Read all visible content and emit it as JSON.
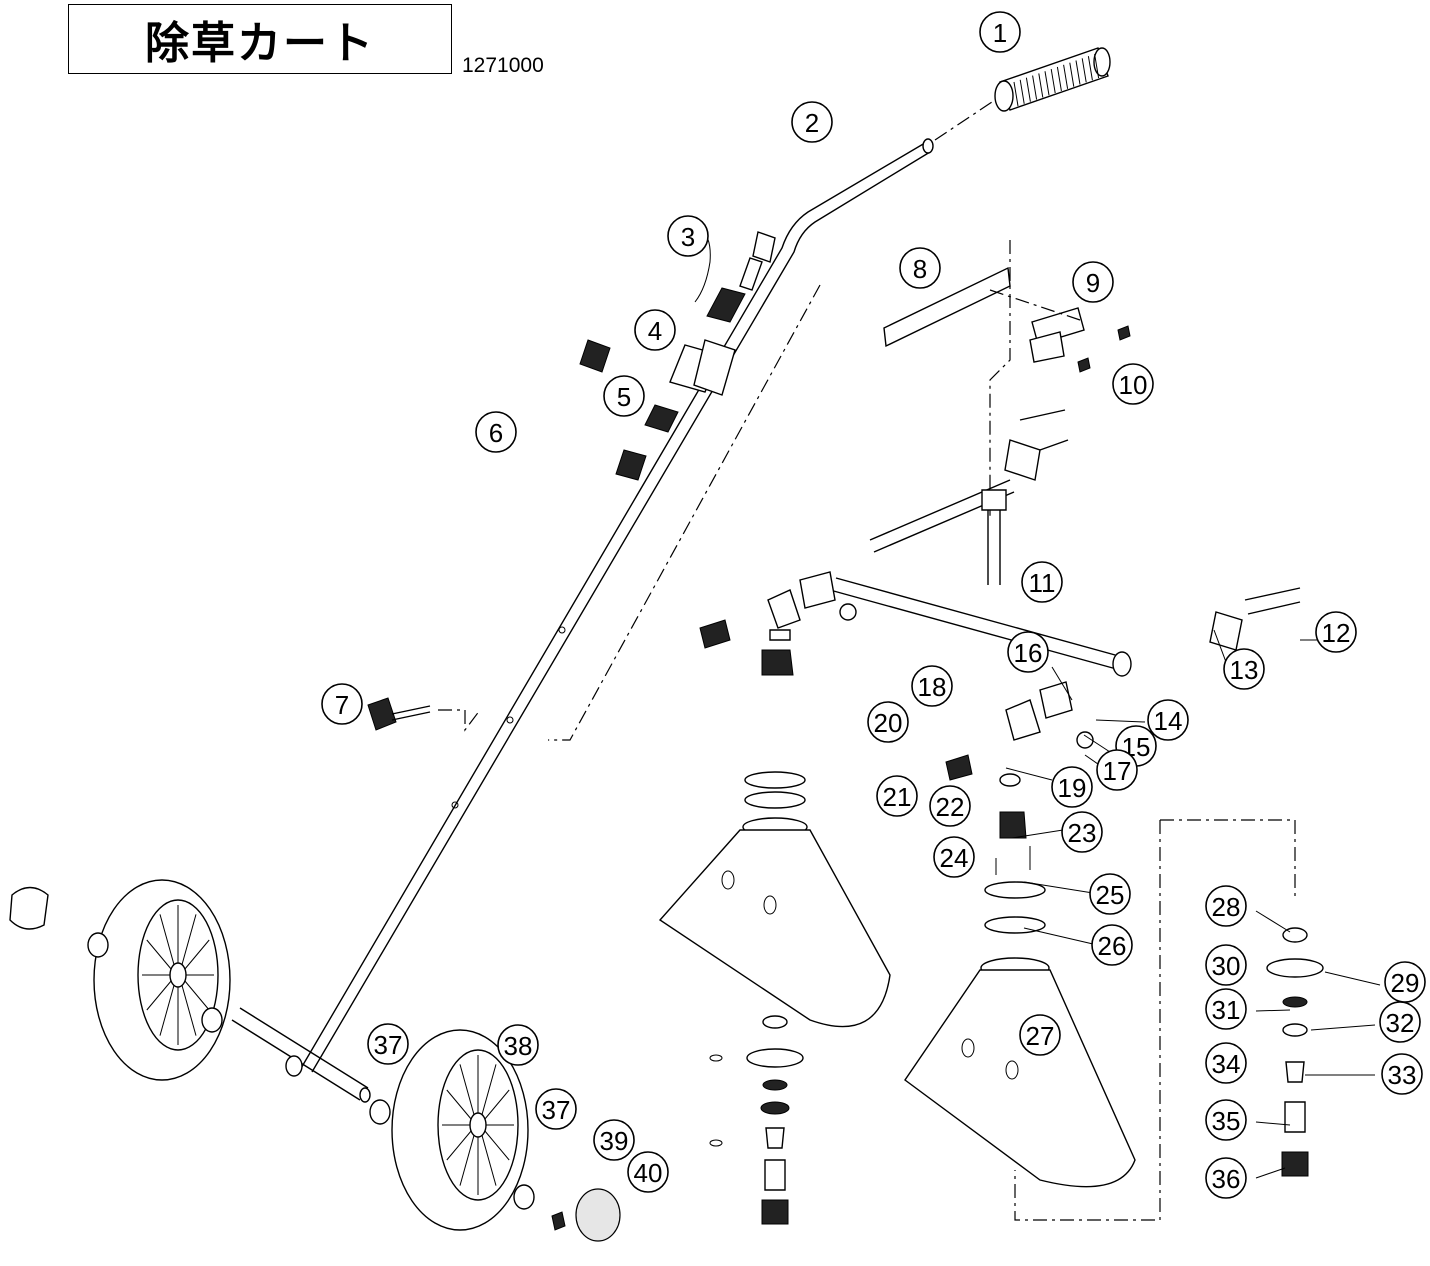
{
  "title": "除草カート",
  "model_number": "1271000",
  "callouts": [
    "1",
    "2",
    "3",
    "4",
    "5",
    "6",
    "7",
    "8",
    "9",
    "10",
    "11",
    "12",
    "13",
    "14",
    "15",
    "16",
    "17",
    "18",
    "19",
    "20",
    "21",
    "22",
    "23",
    "24",
    "25",
    "26",
    "27",
    "28",
    "29",
    "30",
    "31",
    "32",
    "33",
    "34",
    "35",
    "36",
    "37",
    "37",
    "38",
    "39",
    "40"
  ],
  "colors": {
    "line": "#000000",
    "background": "#ffffff"
  }
}
